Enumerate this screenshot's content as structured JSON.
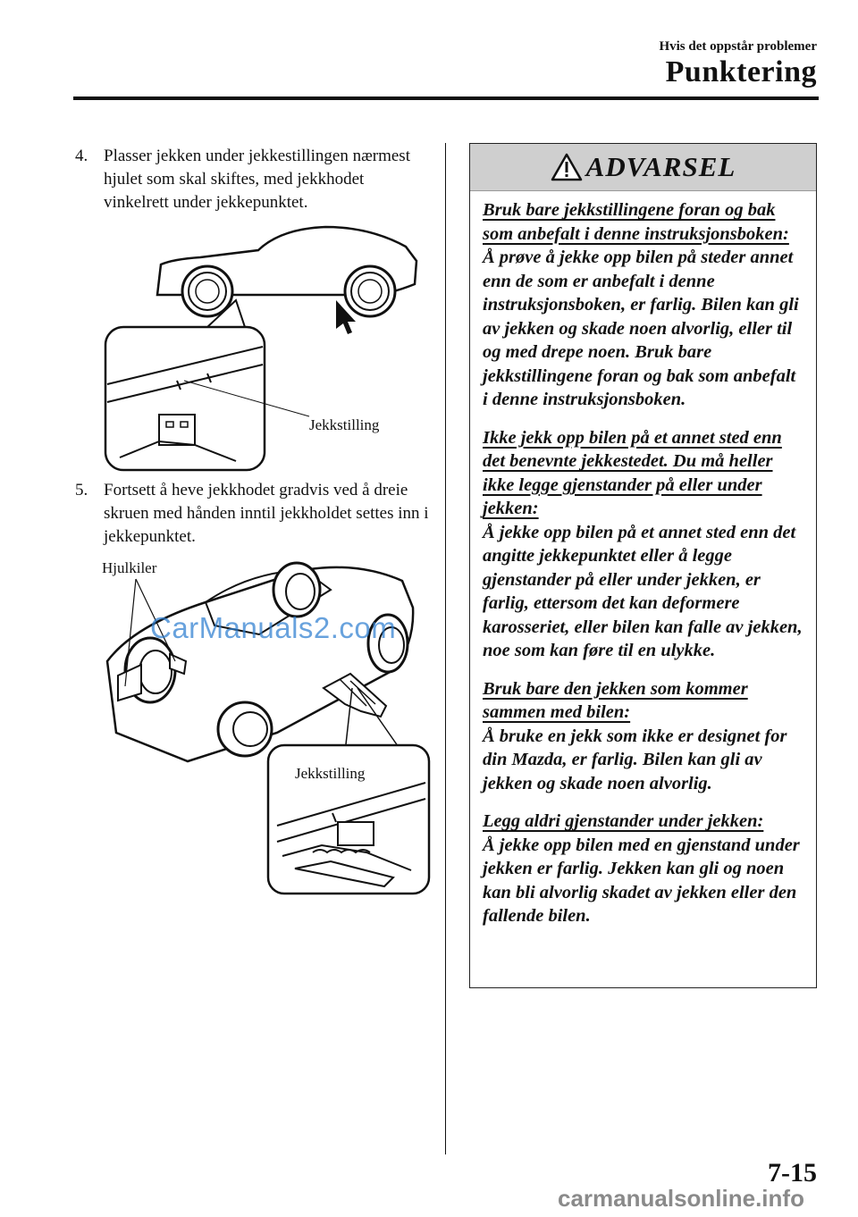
{
  "header": {
    "section": "Hvis det oppstår problemer",
    "chapter": "Punktering"
  },
  "steps": [
    {
      "num": "4.",
      "text": "Plasser jekken under jekkestillingen nærmest hjulet som skal skiftes, med jekkhodet vinkelrett under jekkepunktet."
    },
    {
      "num": "5.",
      "text": "Fortsett å heve jekkhodet gradvis ved å dreie skruen med hånden inntil jekkholdet settes inn i jekkepunktet."
    }
  ],
  "figures": {
    "fig1_label": "Jekkstilling",
    "fig2_label_wheel": "Hjulkiler",
    "fig2_label_jack": "Jekkstilling"
  },
  "warning": {
    "title": "ADVARSEL",
    "icon": "warning-triangle-icon",
    "sections": [
      {
        "heading": "Bruk bare jekkstillingene foran og bak som anbefalt i denne instruksjonsboken:",
        "body": "Å prøve å jekke opp bilen på steder annet enn de som er anbefalt i denne instruksjonsboken, er farlig. Bilen kan gli av jekken og skade noen alvorlig, eller til og med drepe noen. Bruk bare jekkstillingene foran og bak som anbefalt i denne instruksjonsboken."
      },
      {
        "heading": "Ikke jekk opp bilen på et annet sted enn det benevnte jekkestedet. Du må heller ikke legge gjenstander på eller under jekken:",
        "body": "Å jekke opp bilen på et annet sted enn det angitte jekkepunktet eller å legge gjenstander på eller under jekken, er farlig, ettersom det kan deformere karosseriet, eller bilen kan falle av jekken, noe som kan føre til en ulykke."
      },
      {
        "heading": "Bruk bare den jekken som kommer sammen med bilen:",
        "body": "Å bruke en jekk som ikke er designet for din Mazda, er farlig. Bilen kan gli av jekken og skade noen alvorlig."
      },
      {
        "heading": "Legg aldri gjenstander under jekken:",
        "body": "Å jekke opp bilen med en gjenstand under jekken er farlig. Jekken kan gli og noen kan bli alvorlig skadet av jekken eller den fallende bilen."
      }
    ]
  },
  "page_number": "7-15",
  "watermarks": {
    "overlay": "CarManuals2.com",
    "footer": "carmanualsonline.info"
  }
}
